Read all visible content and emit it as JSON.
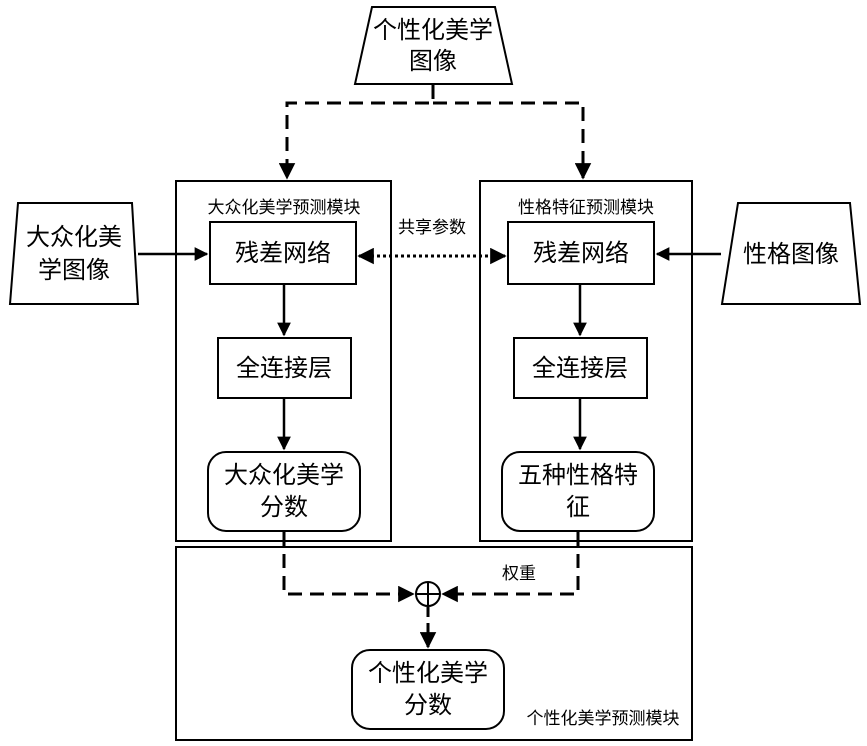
{
  "inputs": {
    "personal_image": [
      "个性化美学",
      "图像"
    ],
    "public_image": [
      "大众化美",
      "学图像"
    ],
    "personality_image": "性格图像"
  },
  "modules": {
    "public_module_title": "大众化美学预测模块",
    "personality_module_title": "性格特征预测模块",
    "personal_module_title": "个性化美学预测模块"
  },
  "left_column": {
    "resnet": "残差网络",
    "fc": "全连接层",
    "score": [
      "大众化美学",
      "分数"
    ]
  },
  "right_column": {
    "resnet": "残差网络",
    "fc": "全连接层",
    "traits": [
      "五种性格特",
      "征"
    ]
  },
  "labels": {
    "shared_params": "共享参数",
    "weights": "权重"
  },
  "output": {
    "personal_score": [
      "个性化美学",
      "分数"
    ]
  },
  "operators": {
    "combine": "circled-plus-icon"
  }
}
